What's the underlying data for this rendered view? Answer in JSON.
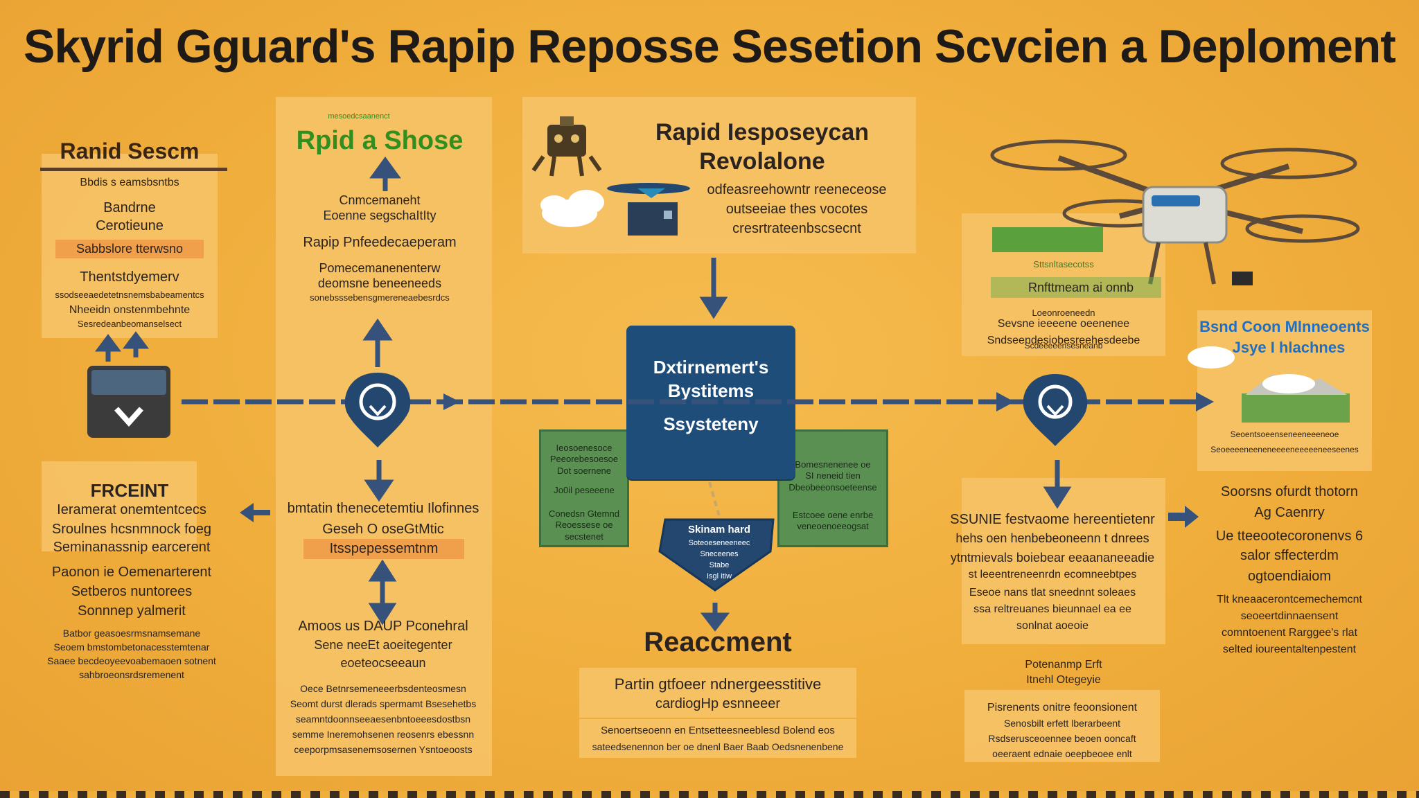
{
  "title": "Skyrid Gguard's Rapip Reposse Sesetion Scvcien a Deploment",
  "colors": {
    "background": "#f0ae3c",
    "navy": "#1e4d7a",
    "green_box": "#5a9153",
    "panel": "#f6c266",
    "headline_green": "#2f8f1f"
  },
  "left_panel": {
    "heading": "Ranid Sescm",
    "line1": "Bbdis s eamsbsntbs",
    "line2": "Bandrne",
    "line3": "Cerotieune",
    "line4": "Sabbslore tterwsno",
    "line5": "Thentstdyemerv",
    "line6": "ssodseeaedetetnsnemsbabeamentcs",
    "line7": "Nheeidn onstenmbehnte",
    "line8": "Sesredeanbeomanselsect"
  },
  "left_lower": {
    "heading": "FRCEINT",
    "line1": "Ieramerat onemtentcecs",
    "line2": "Sroulnes hcsnmnock foeg",
    "line3": "Seminanassnip earcerent",
    "line4": "Paonon ie Oemenarterent",
    "line5": "Setberos nuntorees",
    "line6": "Sonnnep yalmerit",
    "line7": "Batbor geasoesrmsnamsemane",
    "line8": "Seoem bmstombetonacesstemtenar",
    "line9": "Saaee becdeoyeevoabemaoen sotnent",
    "line10": "sahbroeonsrdsremenent"
  },
  "col2": {
    "tag": "mesoedcsaanenct",
    "heading": "Rpid a Shose",
    "line1": "Cnmcemaneht",
    "line2": "Eoenne segschaItIty",
    "line3": "Rapip Pnfeedecaeperam",
    "line4": "Pomecemanenenterw",
    "line5": "deomsne beneeneeds",
    "line6": "sonebsssebensgmereneaebesrdcs",
    "mid1": "bmtatin thenecetemtiu Ilofinnes",
    "mid2": "Geseh O oseGtMtic",
    "mid3": "Itsspepessemtnm",
    "low1": "Amoos us DAUP Pconehral",
    "low2": "Sene neeEt aoeitegenter",
    "low3": "eoeteocseeaun",
    "foot1": "Oece Betnrsemeneeerbsdenteosmesn",
    "foot2": "Seomt durst dlerads spermamt Bsesehetbs",
    "foot3": "seamntdoonnseeaesenbntoeeesdostbsn",
    "foot4": "semme Ineremohsenen reosenrs ebessnn",
    "foot5": "ceeporpmsasenemsosernen Ysntoeoosts"
  },
  "top_center": {
    "heading1": "Rapid Iesposeycan",
    "heading2": "Revolalone",
    "line1": "odfeasreehowntr reeneceose",
    "line2": "outseeiae thes vocotes",
    "line3": "cresrtrateenbscsecnt"
  },
  "hub": {
    "line1": "Dxtirnemert's",
    "line2": "Bystitems",
    "line3": "Ssysteteny"
  },
  "green_left": {
    "line1": "Ieosoenesoce",
    "line2": "Peeorebesoesoe",
    "line3": "Dot soernene",
    "line4": "Jo0il peseeene",
    "line5": "Conedsn Gtemnd",
    "line6": "Reoessese oe",
    "line7": "secstenet"
  },
  "green_right": {
    "line1": "Bomesnenenee oe",
    "line2": "SI neneid tien",
    "line3": "Dbeobeeonsoeteense",
    "line4": "Estcoee oene enrbe",
    "line5": "veneoenoeeogsat"
  },
  "shield": {
    "heading": "Skinam hard",
    "line1": "Soteoeseneeneec",
    "line2": "Sneceenes",
    "line3": "Stabe",
    "line4": "Isgl itiw"
  },
  "reaccment": {
    "heading": "Reaccment",
    "line1": "Partin gtfoeer ndnergeesstitive",
    "line2": "cardiogHp esnneeer",
    "line3": "Senoertseoenn en Entsetteesneeblesd Bolend eos",
    "line4": "sateedsenennon ber oe dnenl Baer Baab Oedsnenenbene"
  },
  "right_mid": {
    "line1": "Sttsnltasecotss",
    "line2": "Rnfttmeam ai onnb",
    "line3": "Loeonroeneedn",
    "line4": "Sevsne ieeeene oeenenee",
    "line5": "Sndseendesiobesreehesdeebe",
    "line6": "Scdeeeeensesneanb"
  },
  "right_lower": {
    "line1": "SSUNIE festvaome hereentietenr",
    "line2": "hehs oen henbebeoneenn t dnrees",
    "line3": "ytntmievals boiebear eeaananeeadie",
    "line4": "st leeentreneenrdn ecomneebtpes",
    "line5": "Eseoe nans tlat  sneednnt soleaes",
    "line6": "ssa reltreuanes bieunnael ea ee",
    "line7": "sonlnat aoeoie",
    "line8": "Potenanmp Erft",
    "line9": "Itnehl Otegeyie",
    "line10": "Pisrenents onitre feoonsionent",
    "line11": "Senosbilt erfett lberarbeent",
    "line12": "Rsdserusceoennee beoen ooncaft",
    "line13": "oeeraent ednaie oeepbeoee enlt"
  },
  "far_right": {
    "heading1": "Bsnd Coon Mlnneoents",
    "heading2": "Jsye I hlachnes",
    "line1": "Seoentsoeenseneeneeeneoe",
    "line2": "Seoeeeeneeneneeeeneeeeeneeseenes",
    "line3": "Soorsns ofurdt thotorn",
    "line4": "Ag Caenrry",
    "line5": "Ue tteeootecoronenvs 6",
    "line6": "salor sffecterdm",
    "line7": "ogtoendiaiom",
    "line8": "Tlt kneaacerontcemechemcnt",
    "line9": "seoeertdinnaensent",
    "line10": "comntoenent Rarggee's rlat",
    "line11": "selted ioureentaltenpestent"
  }
}
